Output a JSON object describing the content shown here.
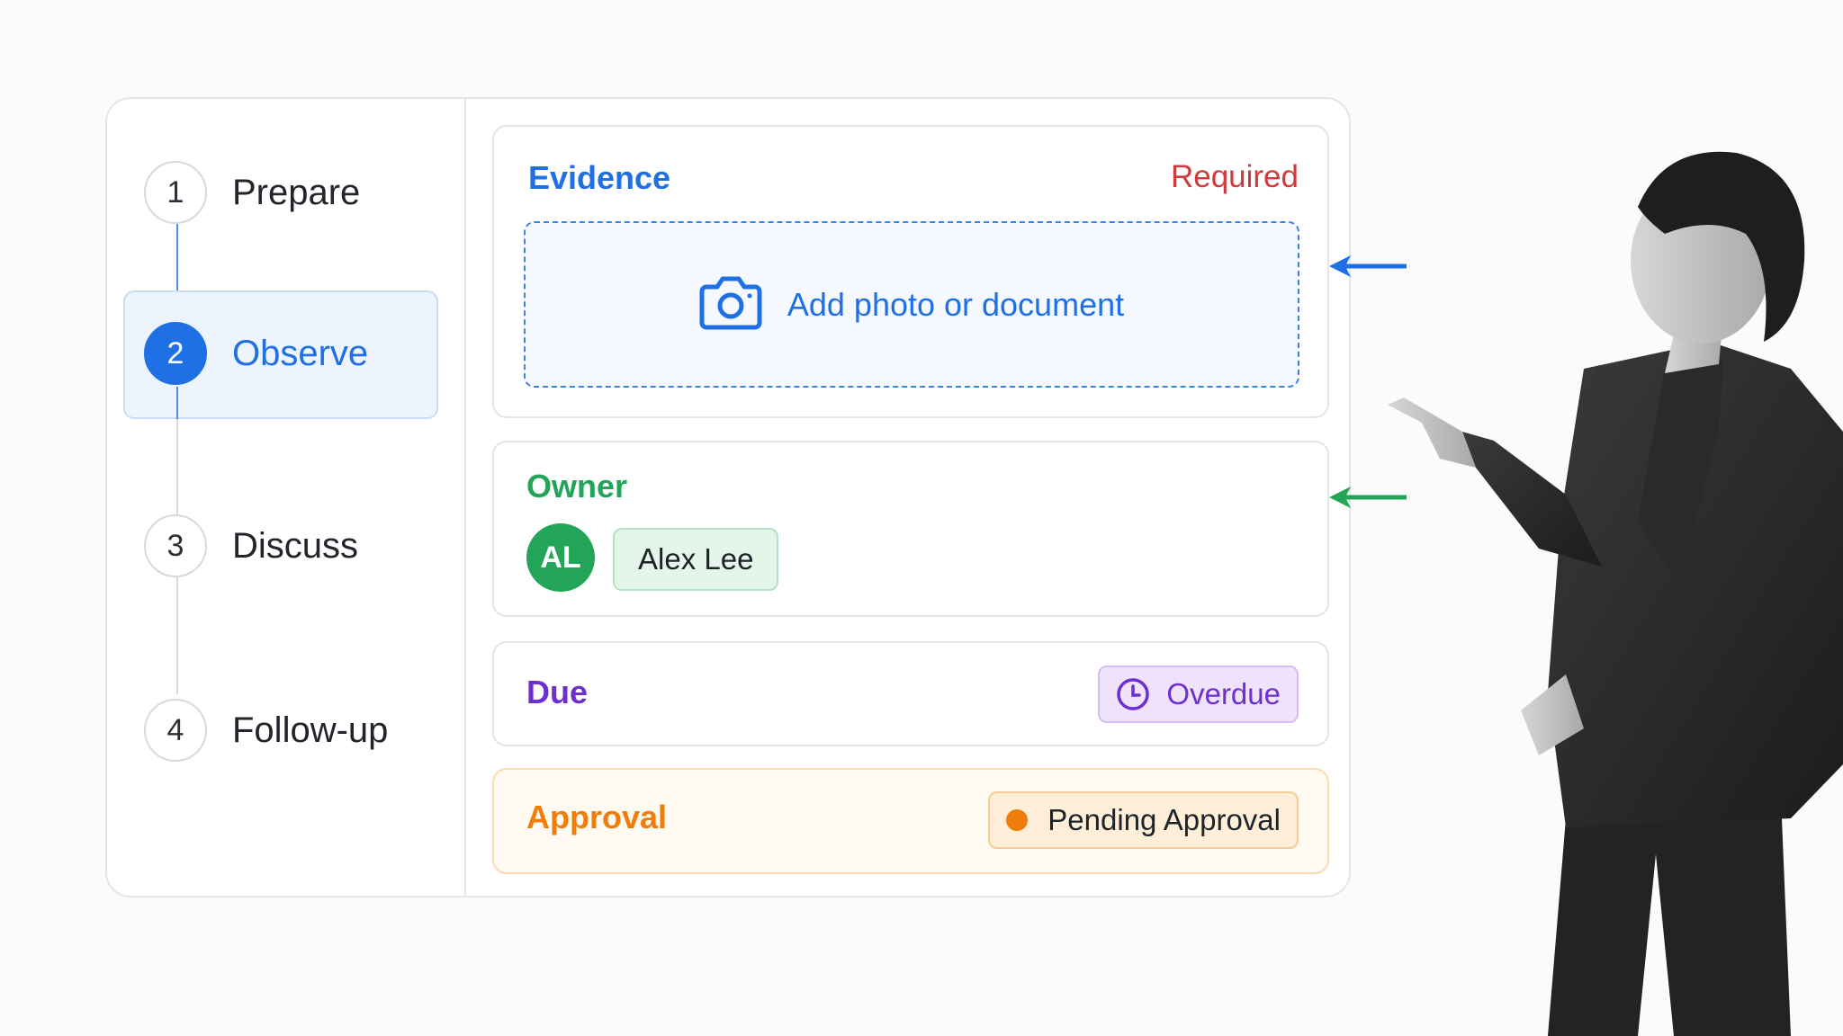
{
  "steps": [
    {
      "number": "1",
      "label": "Prepare",
      "active": false
    },
    {
      "number": "2",
      "label": "Observe",
      "active": true
    },
    {
      "number": "3",
      "label": "Discuss",
      "active": false
    },
    {
      "number": "4",
      "label": "Follow-up",
      "active": false
    }
  ],
  "evidence": {
    "title": "Evidence",
    "required_label": "Required",
    "upload_label": "Add photo or document",
    "upload_icon": "camera-icon"
  },
  "owner": {
    "title": "Owner",
    "avatar_initials": "AL",
    "name": "Alex Lee"
  },
  "due": {
    "title": "Due",
    "status": "Overdue",
    "status_icon": "clock-icon"
  },
  "approval": {
    "title": "Approval",
    "status": "Pending Approval"
  },
  "colors": {
    "primary_blue": "#1f6fe5",
    "required_red": "#d03a3a",
    "owner_green": "#22a559",
    "due_purple": "#6d2fd0",
    "approval_orange": "#f07d0a"
  }
}
